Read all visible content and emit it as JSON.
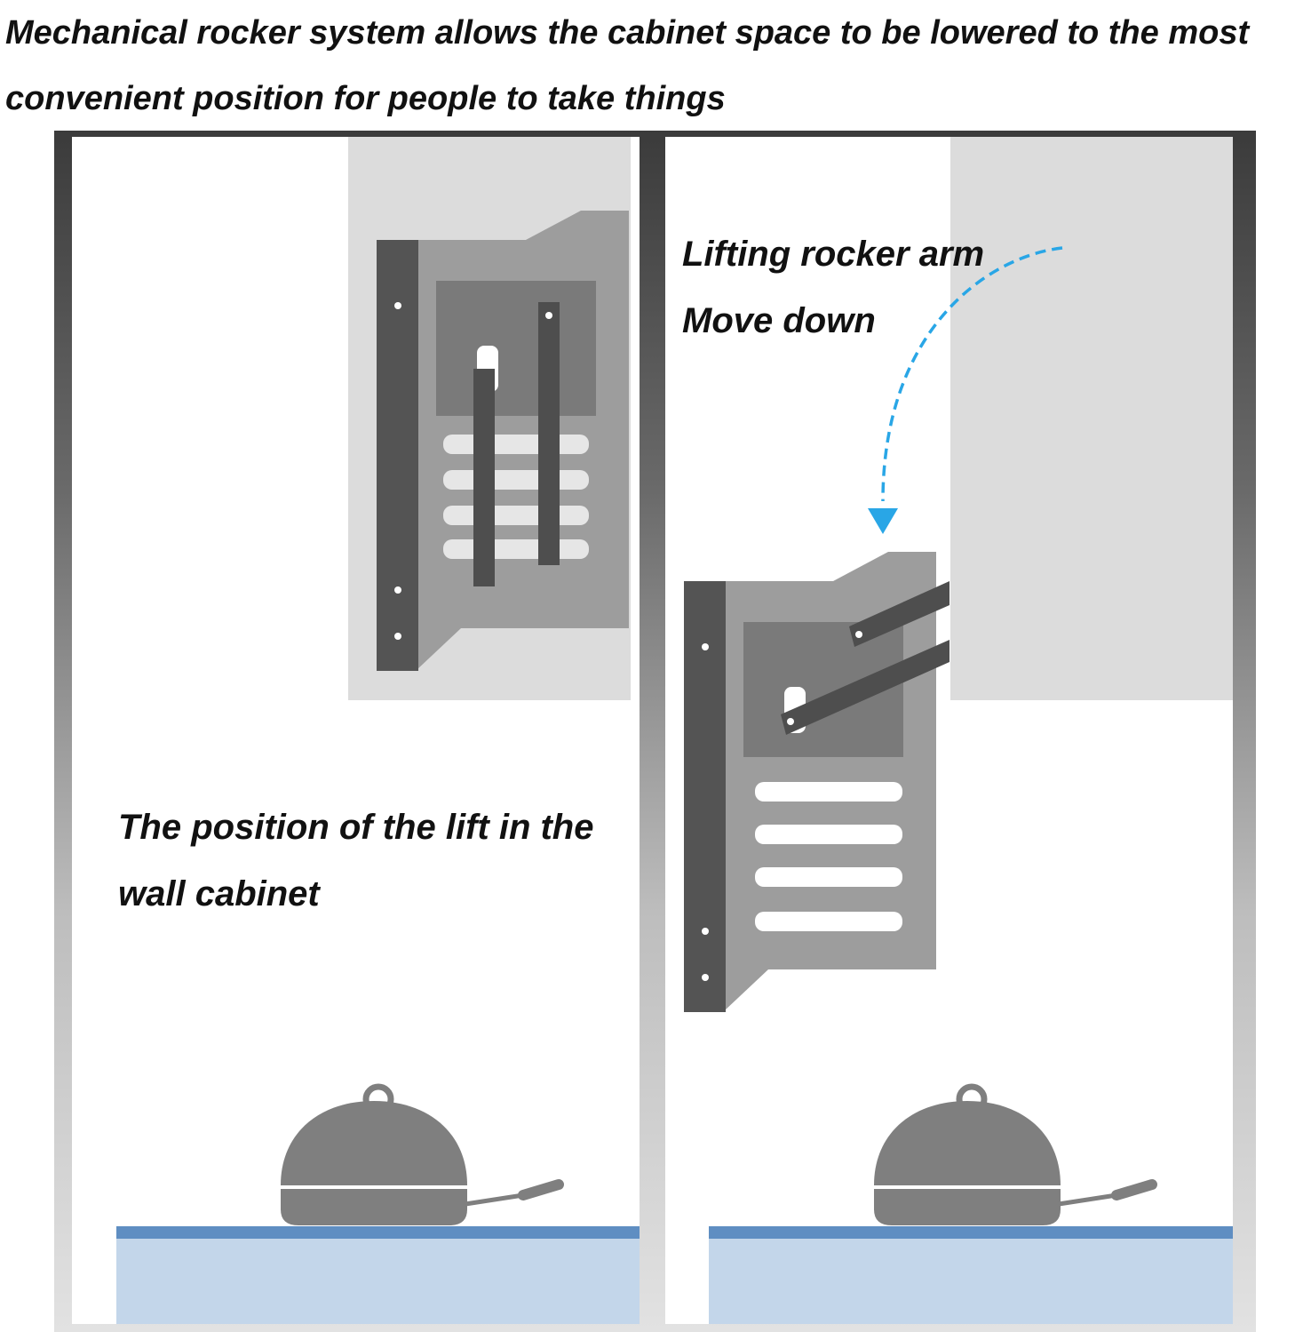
{
  "title": "Mechanical rocker system allows the cabinet space to be lowered to the most convenient position for people to take things",
  "left_panel": {
    "label_line1": "The position of the lift in the",
    "label_line2": "wall cabinet"
  },
  "right_panel": {
    "label_line1": "Lifting rocker arm",
    "label_line2": "Move down"
  },
  "colors": {
    "frame_dark": "#3b3b3b",
    "cabinet_background": "#dcdcdc",
    "bracket_plate": "#9d9d9d",
    "bracket_inner": "#7a7a7a",
    "rail": "#545454",
    "counter_top": "#5f8ec2",
    "counter": "#c3d6ea",
    "pot": "#7f7f7f",
    "arrow": "#29a6e6"
  },
  "icons": [
    "lift-bracket-icon",
    "rocker-arm-icon",
    "pot-icon",
    "dashed-arrow-icon"
  ]
}
